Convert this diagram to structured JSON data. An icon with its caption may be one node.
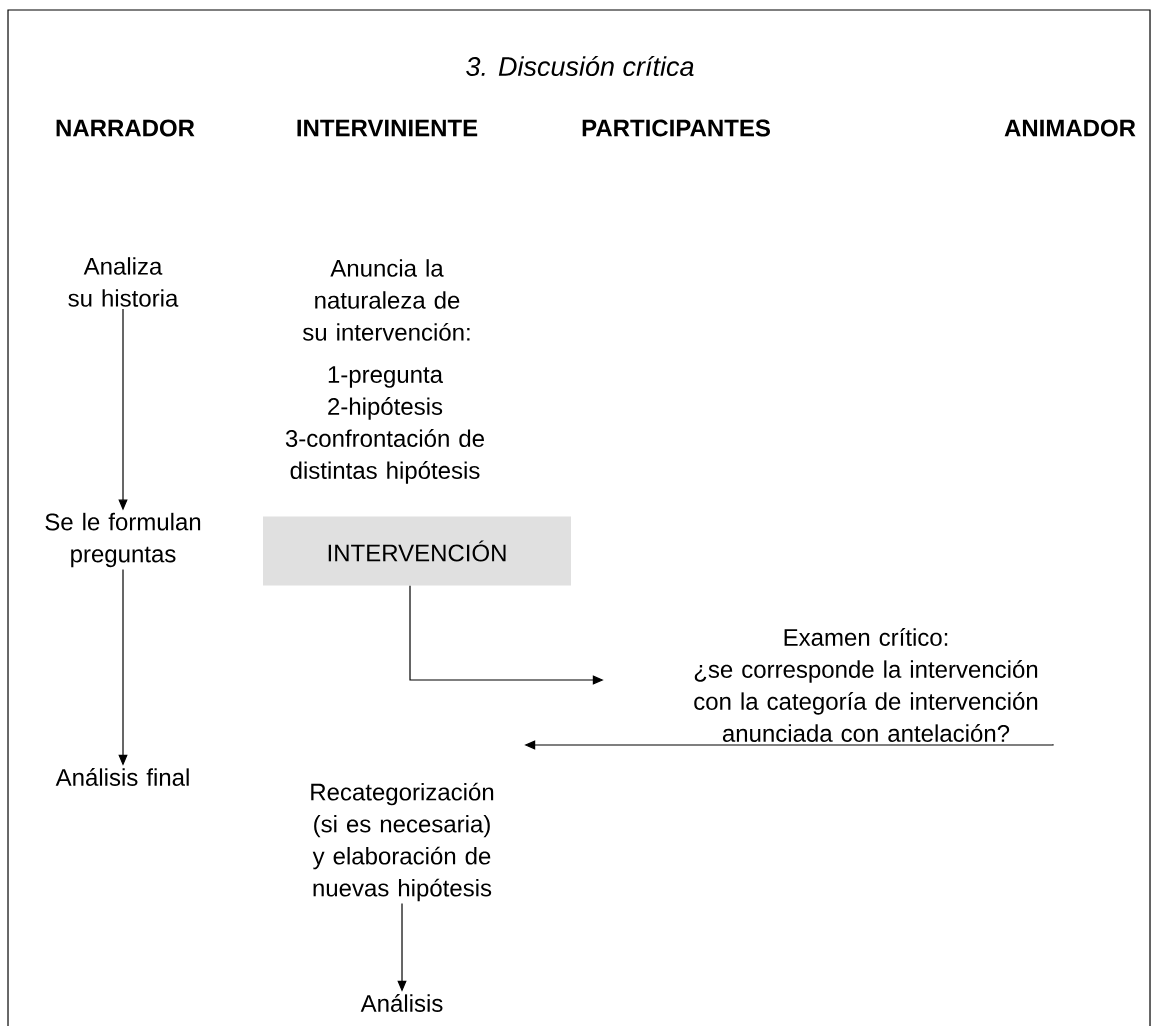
{
  "diagram": {
    "title": "3.  Discusión crítica",
    "nodes": [
      {
        "text": [
          "Analiza su historia"
        ]
      },
      {
        "text": [
          "Anuncia la naturaleza de su intervención:"
        ]
      },
      {
        "text": [
          "1-pregunta",
          "2-hipótesis",
          "3-confrontación de distintas hipótesis"
        ]
      },
      {
        "text": [
          "Se le formulan preguntas"
        ]
      },
      {
        "text": [
          "INTERVENCIÓN"
        ]
      },
      {
        "text": [
          "Examen crítico:",
          "¿se corresponde la intervención con la categoría de intervención anunciada con antelación?"
        ]
      },
      {
        "text": [
          "Análisis final"
        ]
      },
      {
        "text": [
          "Recategorización (si es necesaria) y elaboración de nuevas hipótesis"
        ]
      },
      {
        "text": [
          "Análisis"
        ]
      }
    ],
    "edges": [
      {
        "from": 0,
        "to": 3,
        "arrow": "to"
      },
      {
        "from": 3,
        "to": 6,
        "arrow": "to"
      },
      {
        "from": 4,
        "to": 5,
        "arrow": "to"
      },
      {
        "from": 5,
        "to": 7,
        "arrow": "to"
      },
      {
        "from": 7,
        "to": 8,
        "arrow": "to"
      }
    ],
    "labels": [
      "NARRADOR",
      "INTERVINIENTE",
      "PARTICIPANTES",
      "ANIMADOR"
    ]
  }
}
